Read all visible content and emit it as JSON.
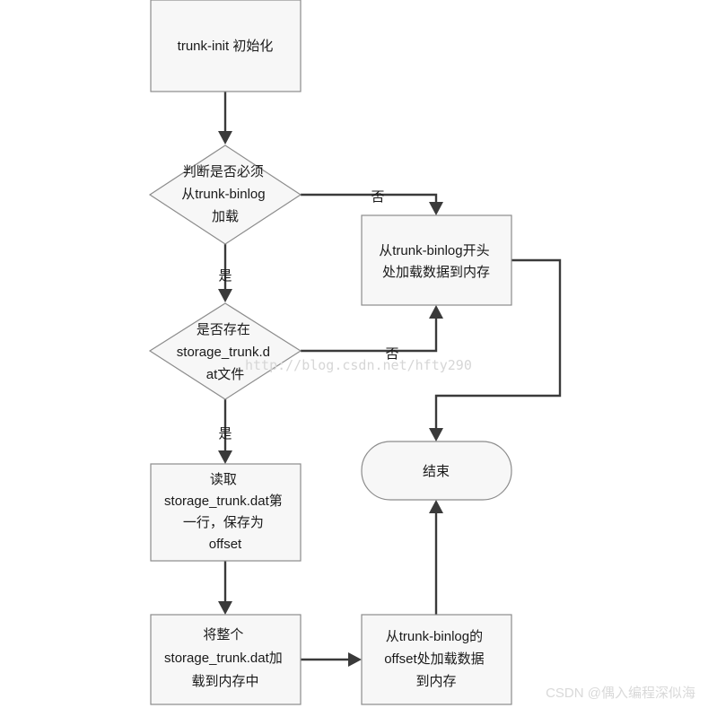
{
  "nodes": {
    "init": {
      "lines": [
        "trunk-init 初始化"
      ]
    },
    "check_binlog": {
      "lines": [
        "判断是否必须",
        "从trunk-binlog",
        "加载"
      ]
    },
    "load_from_start": {
      "lines": [
        "从trunk-binlog开头",
        "处加载数据到内存"
      ]
    },
    "check_dat": {
      "lines": [
        "是否存在",
        "storage_trunk.d",
        "at文件"
      ]
    },
    "read_first_line": {
      "lines": [
        "读取",
        "storage_trunk.dat第",
        "一行，保存为",
        "offset"
      ]
    },
    "end": {
      "lines": [
        "结束"
      ]
    },
    "load_dat": {
      "lines": [
        "将整个",
        "storage_trunk.dat加",
        "载到内存中"
      ]
    },
    "load_from_offset": {
      "lines": [
        "从trunk-binlog的",
        "offset处加载数据",
        "到内存"
      ]
    }
  },
  "edges": {
    "no_1": "否",
    "yes_1": "是",
    "no_2": "否",
    "yes_2": "是"
  },
  "watermark": "http://blog.csdn.net/hfty290",
  "credit": "CSDN @偶入编程深似海"
}
